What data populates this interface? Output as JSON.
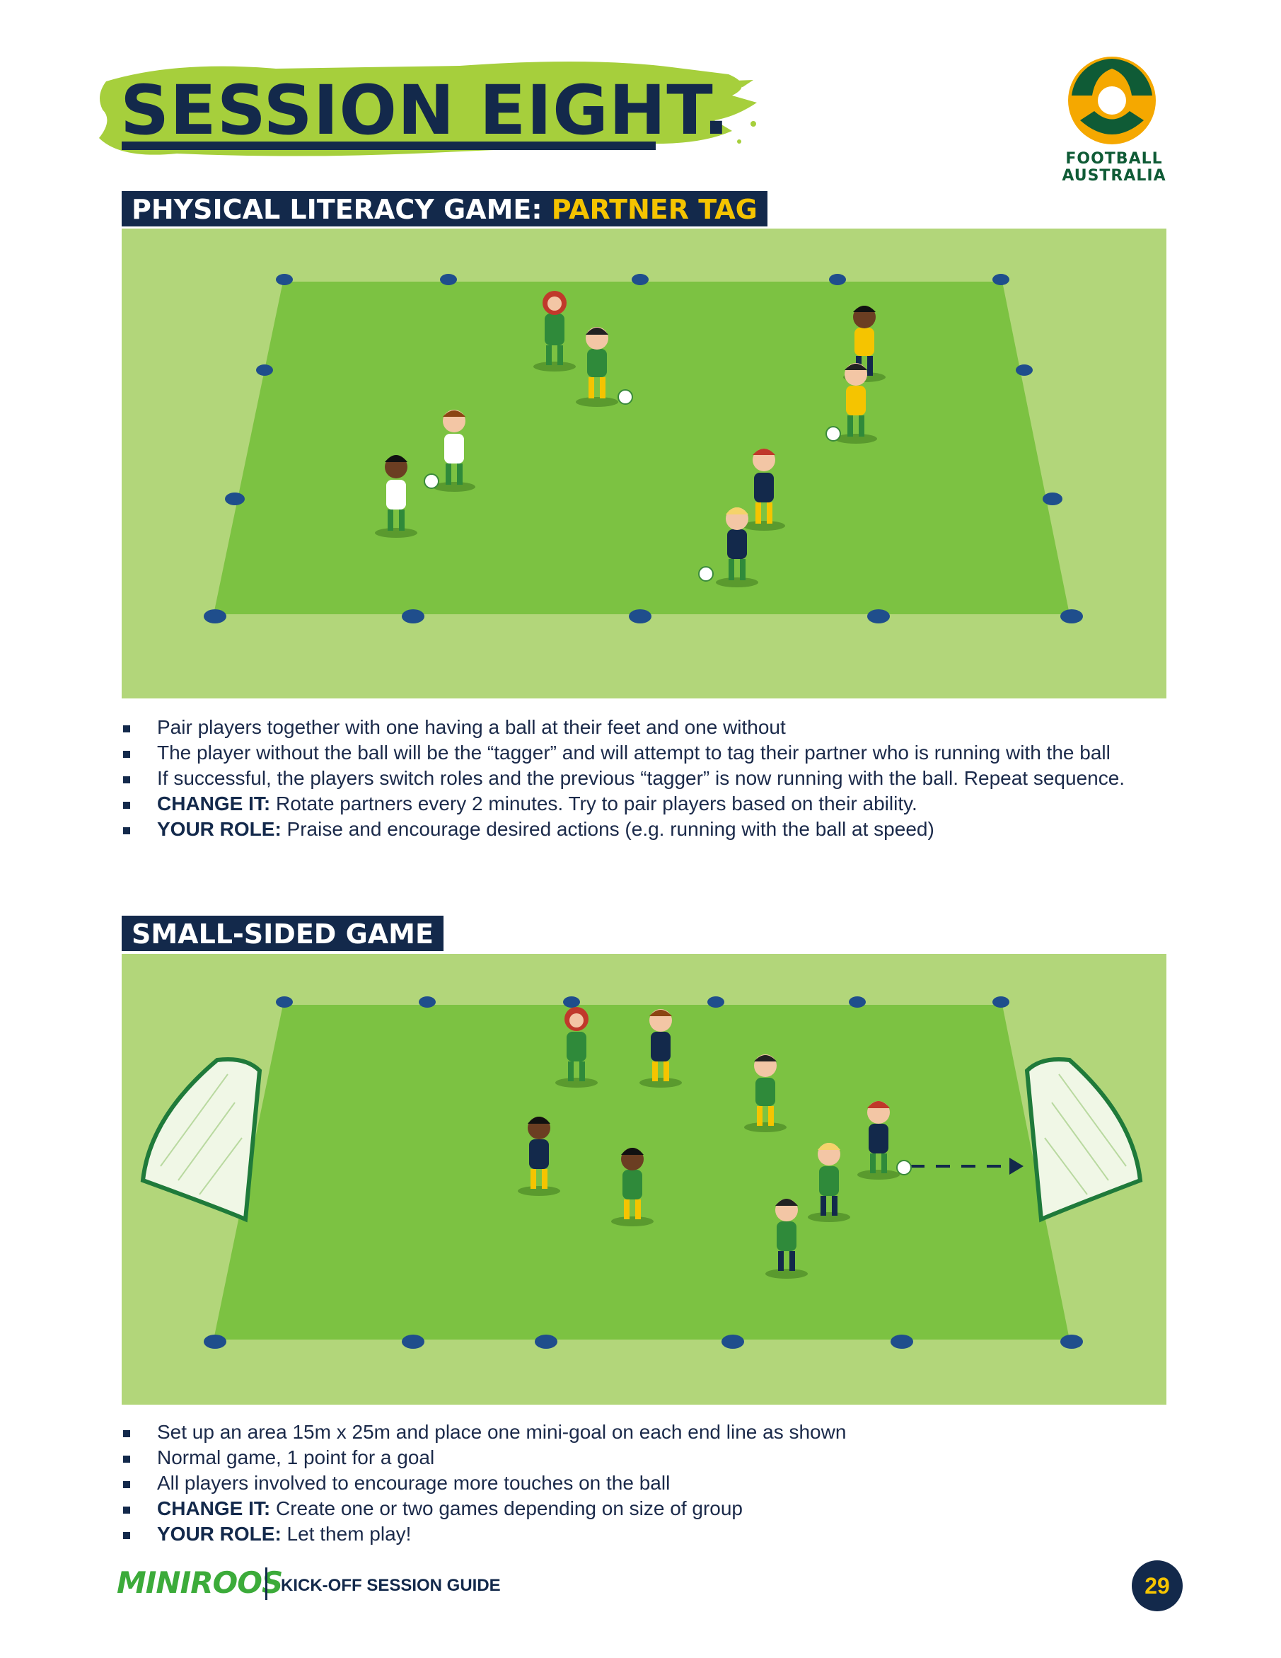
{
  "header": {
    "title": "SESSION EIGHT.",
    "logo_text_line1": "FOOTBALL",
    "logo_text_line2": "AUSTRALIA"
  },
  "section1": {
    "header_prefix": "PHYSICAL LITERACY GAME: ",
    "header_accent": "PARTNER TAG",
    "bullets": [
      {
        "strong": "",
        "text": "Pair players together with one having a ball at their feet and one without"
      },
      {
        "strong": "",
        "text": "The player without the ball will be the “tagger” and will attempt to tag their partner who is running with the ball"
      },
      {
        "strong": "",
        "text": "If successful, the players switch roles and the previous “tagger” is now running with the ball. Repeat sequence."
      },
      {
        "strong": "CHANGE IT:",
        "text": " Rotate partners every 2 minutes. Try to pair players based on their ability."
      },
      {
        "strong": "YOUR ROLE:",
        "text": " Praise and encourage desired actions (e.g. running with the ball at speed)"
      }
    ]
  },
  "section2": {
    "header": "SMALL-SIDED GAME",
    "bullets": [
      {
        "strong": "",
        "text": "Set up an area 15m x 25m and place one mini-goal on each end line as shown"
      },
      {
        "strong": "",
        "text": "Normal game, 1 point for a goal"
      },
      {
        "strong": "",
        "text": "All players involved to encourage more touches on the ball"
      },
      {
        "strong": "CHANGE IT:",
        "text": " Create one or two games depending on size of group"
      },
      {
        "strong": "YOUR ROLE:",
        "text": " Let them play!"
      }
    ]
  },
  "footer": {
    "brand": "MINIROOS",
    "guide": "KICK-OFF SESSION GUIDE",
    "page_number": "29"
  },
  "colors": {
    "navy": "#13294b",
    "accent_yellow": "#f5c400",
    "field_outer": "#b2d67a",
    "field_inner": "#7cc242",
    "brush_green": "#a6cf3c"
  }
}
